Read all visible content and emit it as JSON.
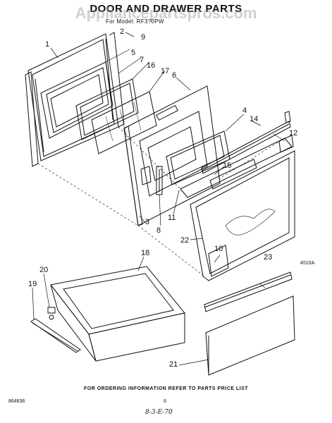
{
  "title": "DOOR AND DRAWER PARTS",
  "watermark": "Appliancepartspros.com",
  "subtitle": "For Model: RF3?0PW",
  "footer_note": "FOR ORDERING INFORMATION REFER TO PARTS PRICE LIST",
  "figure_code": "4510A",
  "doc_number": "864836",
  "page_number": "6",
  "handwritten_date": "8-3-E-70",
  "callouts": [
    "1",
    "2",
    "3",
    "4",
    "5",
    "6",
    "7",
    "8",
    "9",
    "10",
    "11",
    "12",
    "14",
    "15",
    "16",
    "17",
    "18",
    "19",
    "20",
    "21",
    "22",
    "23"
  ]
}
